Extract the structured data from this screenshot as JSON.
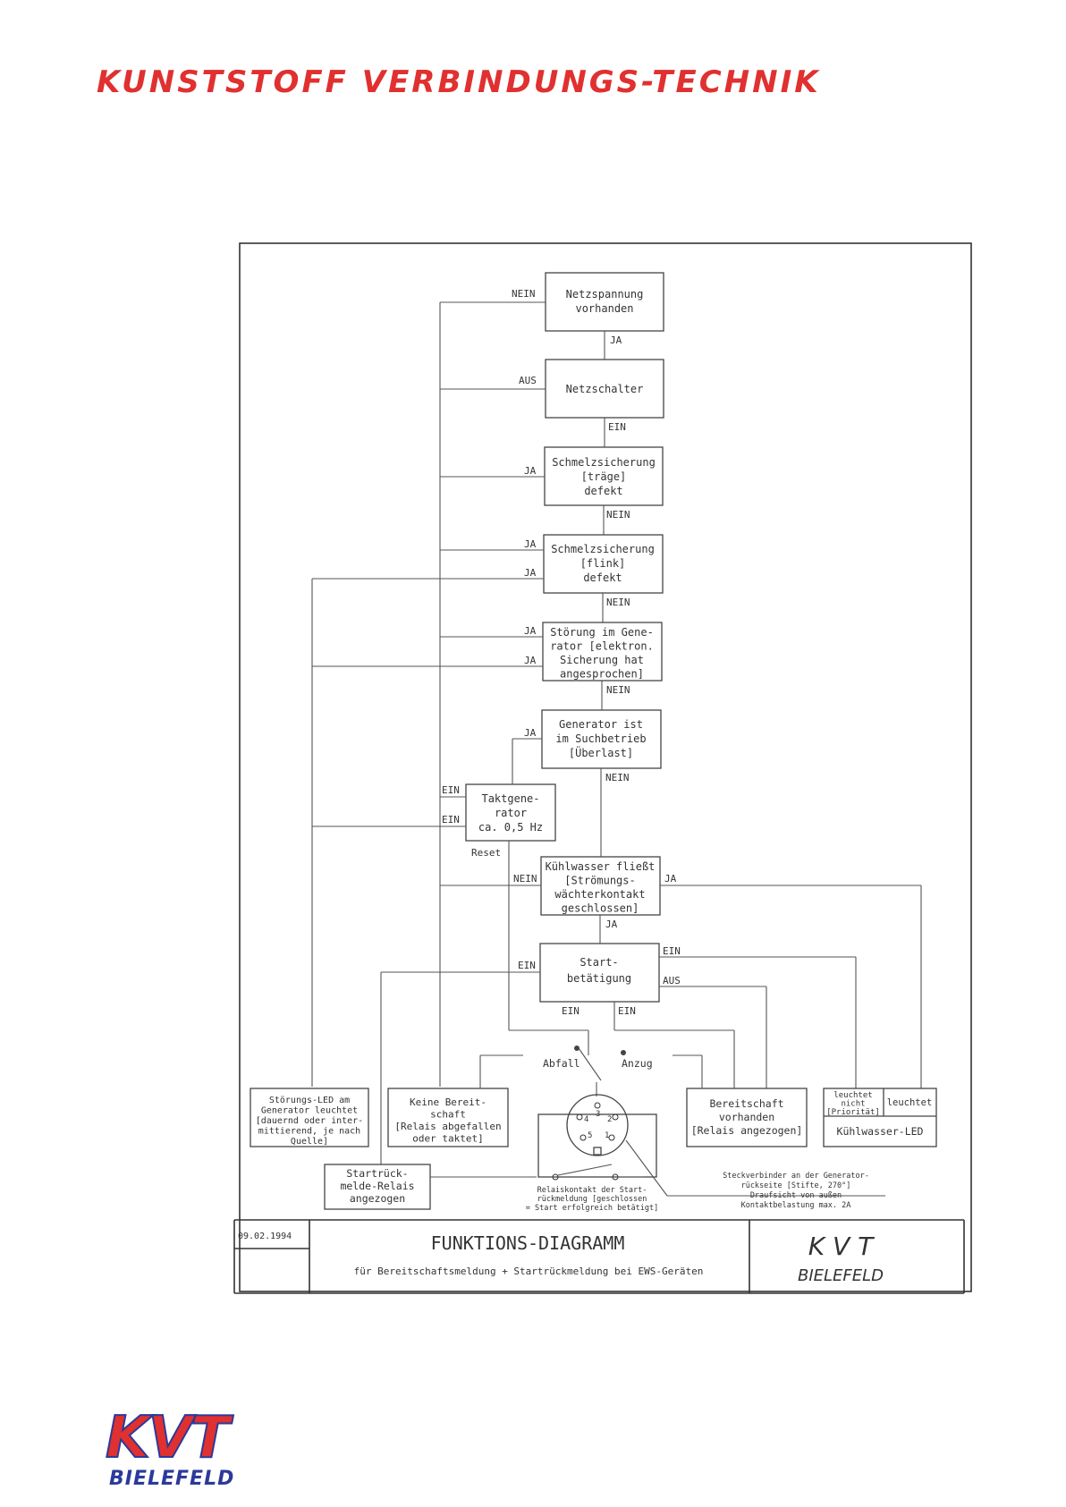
{
  "header": {
    "title": "KUNSTSTOFF VERBINDUNGS-TECHNIK"
  },
  "boxes": {
    "netz": [
      "Netzspannung",
      "vorhanden"
    ],
    "schalter": [
      "Netzschalter"
    ],
    "traege": [
      "Schmelzsicherung",
      "[träge]",
      "defekt"
    ],
    "flink": [
      "Schmelzsicherung",
      "[flink]",
      "defekt"
    ],
    "stoerung": [
      "Störung im Gene-",
      "rator [elektron.",
      "Sicherung hat",
      "angesprochen]"
    ],
    "such": [
      "Generator ist",
      "im Suchbetrieb",
      "[Überlast]"
    ],
    "takt": [
      "Taktgene-",
      "rator",
      "ca. 0,5 Hz"
    ],
    "kuehl": [
      "Kühlwasser fließt",
      "[Strömungs-",
      "wächterkontakt",
      "geschlossen]"
    ],
    "start": [
      "Start-",
      "betätigung"
    ],
    "led_stoerung": [
      "Störungs-LED am",
      "Generator leuchtet",
      "[dauernd oder inter-",
      "mittierend, je nach",
      "Quelle]"
    ],
    "keine": [
      "Keine Bereit-",
      "schaft",
      "[Relais abgefallen",
      "oder taktet]"
    ],
    "bereit": [
      "Bereitschaft",
      "vorhanden",
      "[Relais angezogen]"
    ],
    "kuehl_led_nicht": [
      "leuchtet",
      "nicht",
      "[Priorität]"
    ],
    "kuehl_led_ja": [
      "leuchtet"
    ],
    "kuehl_led_label": [
      "Kühlwasser-LED"
    ],
    "startrueck": [
      "Startrück-",
      "melde-Relais",
      "angezogen"
    ]
  },
  "labels": {
    "nein": "NEIN",
    "ja": "JA",
    "aus": "AUS",
    "ein": "EIN",
    "reset": "Reset",
    "abfall": "Abfall",
    "anzug": "Anzug",
    "pins": [
      "4",
      "3",
      "2",
      "5",
      "1"
    ]
  },
  "notes": {
    "relais": [
      "Relaiskontakt der Start-",
      "rückmeldung [geschlossen",
      "= Start erfolgreich betätigt]"
    ],
    "stecker": [
      "Steckverbinder an der Generator-",
      "rückseite [Stifte, 270°]",
      "Draufsicht von außen",
      "Kontaktbelastung max. 2A"
    ]
  },
  "title_block": {
    "date": "09.02.1994",
    "title": "FUNKTIONS-DIAGRAMM",
    "subtitle": "für Bereitschaftsmeldung + Startrückmeldung bei EWS-Geräten",
    "brand": "K V T",
    "city": "BIELEFELD"
  },
  "footer": {
    "brand": "KVT",
    "city": "BIELEFELD"
  },
  "colors": {
    "blue": "#2b3a9a",
    "red": "#e03030"
  }
}
